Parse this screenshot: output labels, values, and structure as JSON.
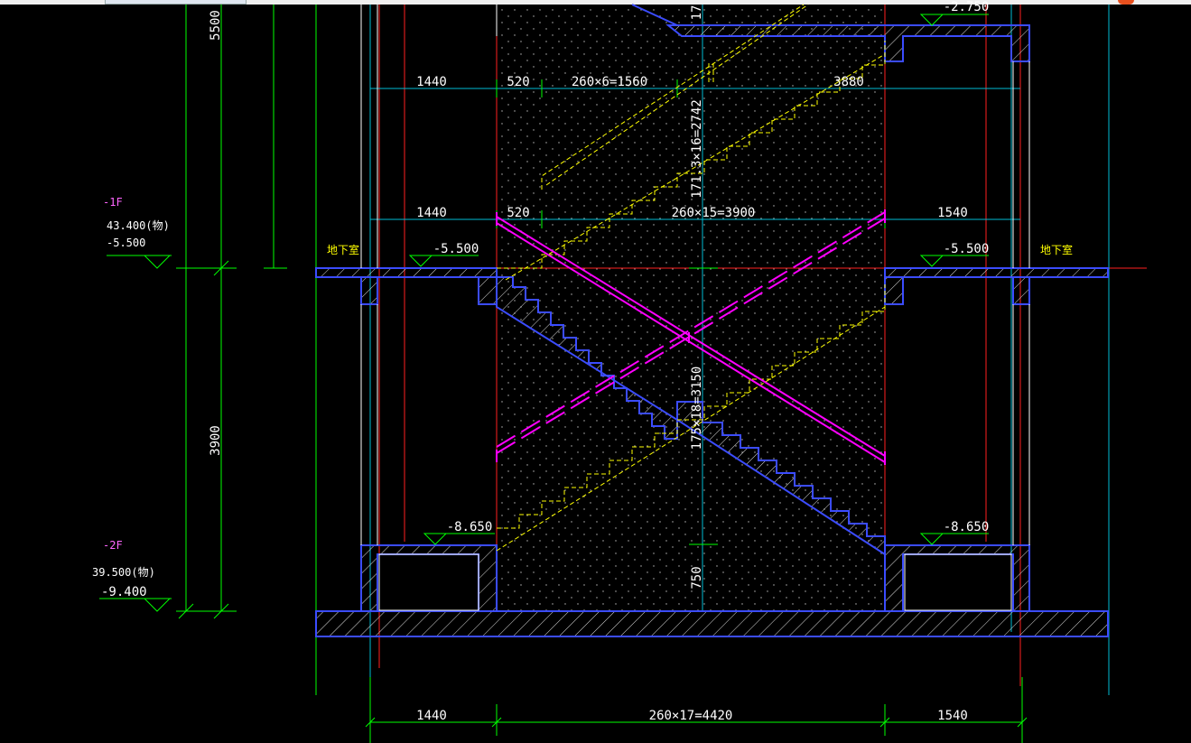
{
  "colors": {
    "background": "#000000",
    "wall": "#3b4cff",
    "dimension": "#00ff00",
    "axis": "#00bcd4",
    "stair_yellow": "#ffff00",
    "stair_magenta": "#ff00ff",
    "red": "#ff2020",
    "text": "#ffffff",
    "label_yellow": "#ffff00",
    "floor_label": "#ff66ff"
  },
  "elevations": {
    "top_right": "-2.750",
    "left_mid": "-5.500",
    "right_mid": "-5.500",
    "left_low": "-8.650",
    "right_low": "-8.650"
  },
  "floor_labels": {
    "f1": {
      "name": "-1F",
      "structure": "43.400(物)",
      "elev": "-5.500"
    },
    "f2": {
      "name": "-2F",
      "structure": "39.500(物)",
      "elev": "-9.400"
    }
  },
  "room_labels": {
    "left": "地下室",
    "right": "地下室"
  },
  "dims_vertical": {
    "d5500": "5500",
    "d3900": "3900",
    "d171": "171.3×16=2742",
    "d175": "175×18=3150",
    "d750": "750",
    "d17": "17"
  },
  "dims_row1": {
    "a": "1440",
    "b": "520",
    "c": "260×6=1560",
    "d": "3880"
  },
  "dims_row2": {
    "a": "1440",
    "b": "520",
    "c": "260×15=3900",
    "d": "1540"
  },
  "dims_bottom": {
    "a": "1440",
    "b": "260×17=4420",
    "c": "1540"
  }
}
